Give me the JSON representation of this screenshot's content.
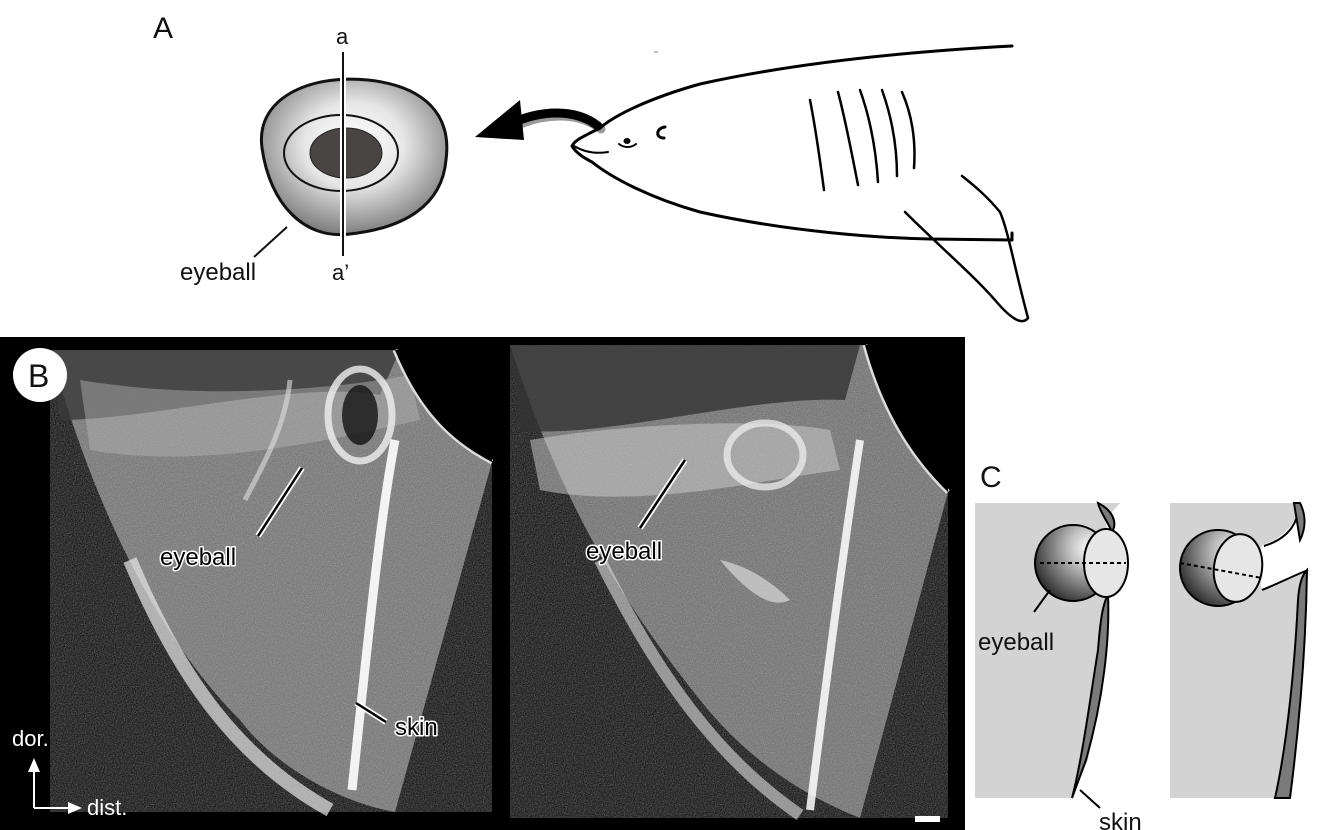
{
  "panels": {
    "a": {
      "letter": "A",
      "eyeball_label": "eyeball",
      "section_top": "a",
      "section_bottom": "a’"
    },
    "b": {
      "letter": "B",
      "left_image": {
        "eyeball_label": "eyeball",
        "skin_label": "skin"
      },
      "right_image": {
        "eyeball_label": "eyeball"
      },
      "axis_vertical": "dor.",
      "axis_horizontal": "dist."
    },
    "c": {
      "letter": "C",
      "eyeball_label": "eyeball",
      "skin_label": "skin"
    }
  },
  "colors": {
    "ultrasound_background": "#000000",
    "panel_c_background": "#d3d3d3",
    "skin_fill": "#7a7a7a"
  }
}
